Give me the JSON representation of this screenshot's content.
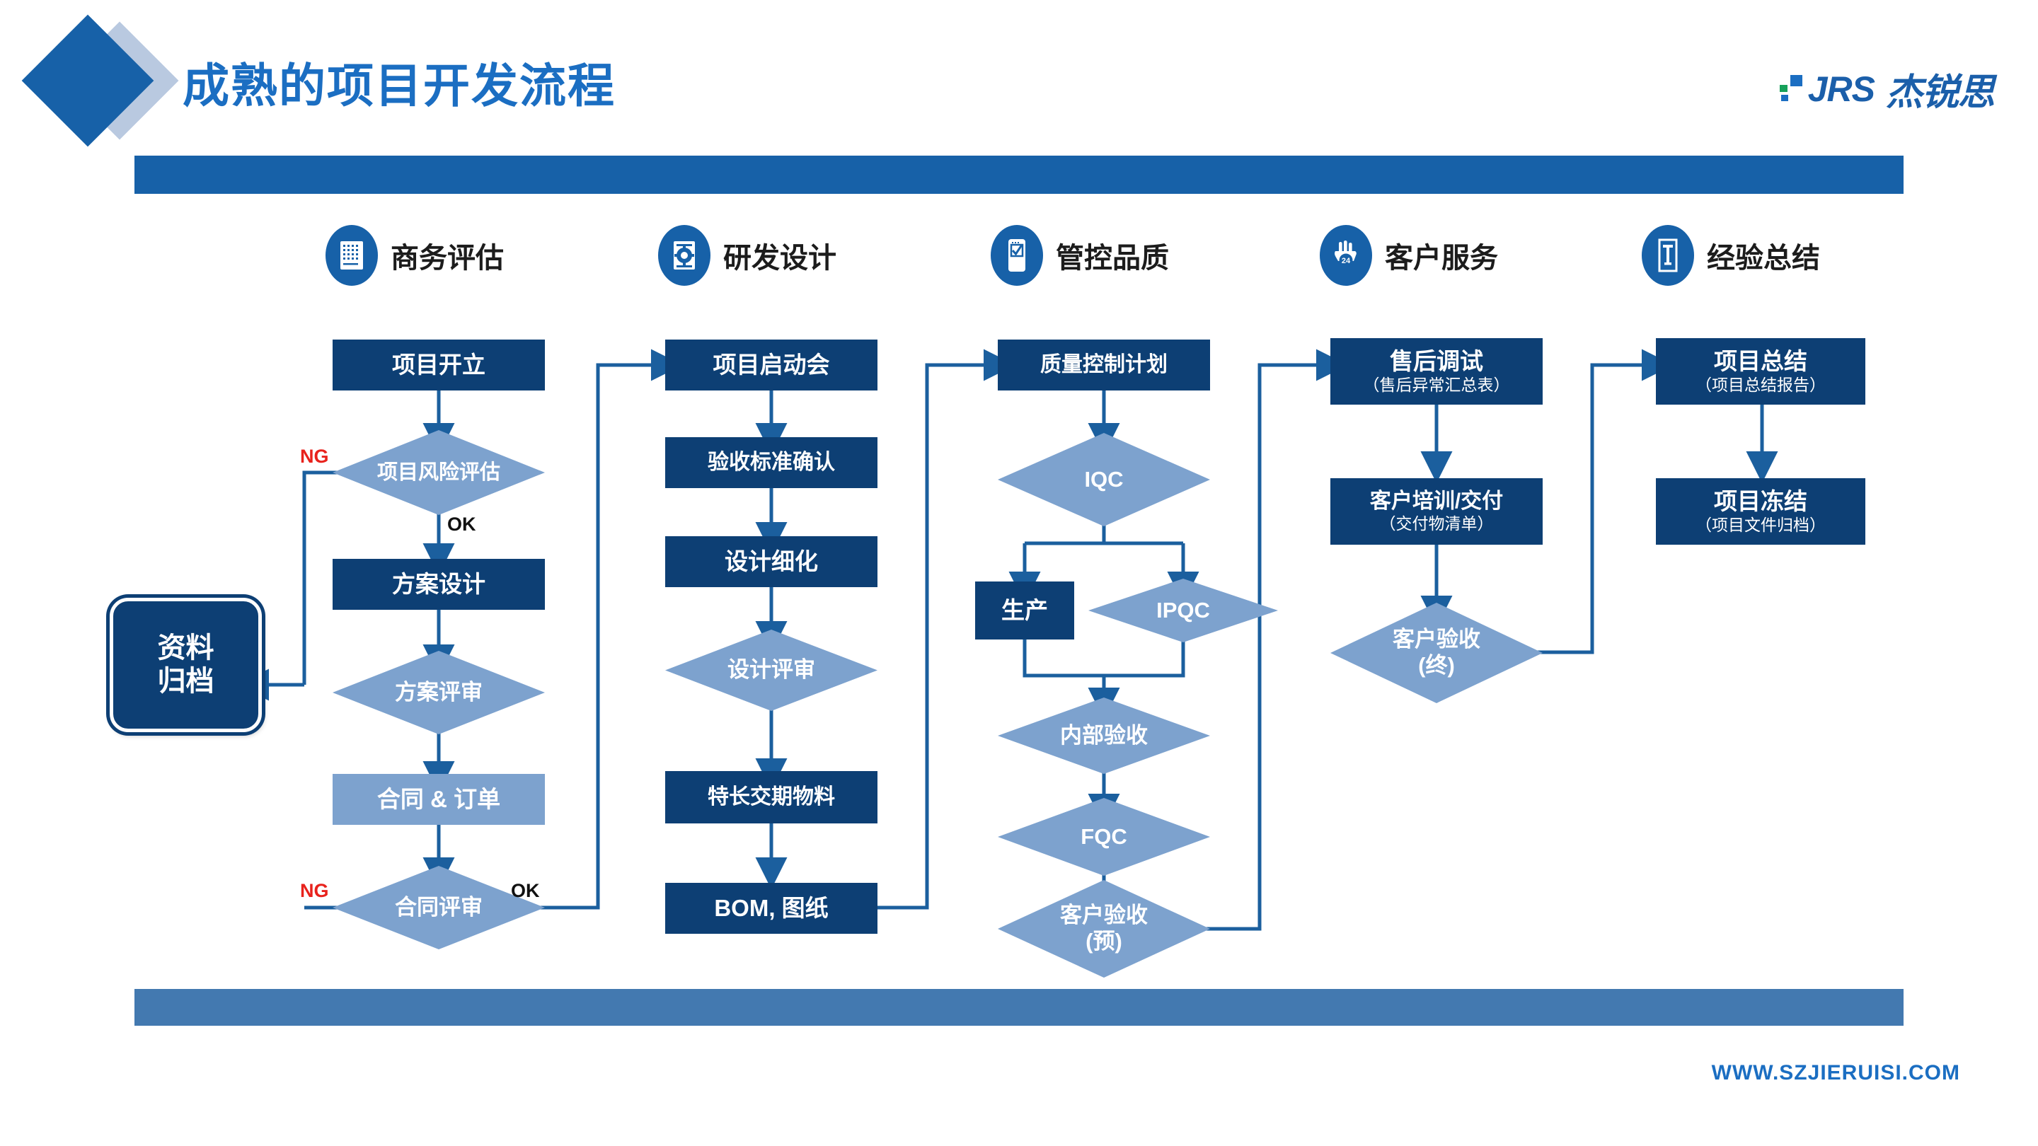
{
  "header": {
    "title": "成熟的项目开发流程",
    "logo_text": "JRS",
    "logo_cn": "杰锐思"
  },
  "footer": {
    "url": "WWW.SZJIERUISI.COM"
  },
  "columns": [
    {
      "label": "商务评估",
      "icon": "document-grid-icon"
    },
    {
      "label": "研发设计",
      "icon": "gear-document-icon"
    },
    {
      "label": "管控品质",
      "icon": "checkbox-phone-icon"
    },
    {
      "label": "客户服务",
      "icon": "24-hours-support-icon"
    },
    {
      "label": "经验总结",
      "icon": "t-document-icon"
    }
  ],
  "nodes": {
    "archive": {
      "line1": "资料",
      "line2": "归档"
    },
    "c1n1": {
      "title": "项目开立"
    },
    "c1n2": {
      "title": "项目风险评估"
    },
    "c1n3": {
      "title": "方案设计"
    },
    "c1n4": {
      "title": "方案评审"
    },
    "c1n5": {
      "title": "合同 & 订单"
    },
    "c1n6": {
      "title": "合同评审"
    },
    "c2n1": {
      "title": "项目启动会"
    },
    "c2n2": {
      "title": "验收标准确认"
    },
    "c2n3": {
      "title": "设计细化"
    },
    "c2n4": {
      "title": "设计评审"
    },
    "c2n5": {
      "title": "特长交期物料"
    },
    "c2n6": {
      "title": "BOM, 图纸"
    },
    "c3n1": {
      "title": "质量控制计划"
    },
    "c3n2": {
      "title": "IQC"
    },
    "c3n3a": {
      "title": "生产"
    },
    "c3n3b": {
      "title": "IPQC"
    },
    "c3n4": {
      "title": "内部验收"
    },
    "c3n5": {
      "title": "FQC"
    },
    "c3n6": {
      "title": "客户验收",
      "sub": "(预)"
    },
    "c4n1": {
      "title": "售后调试",
      "sub": "（售后异常汇总表）"
    },
    "c4n2": {
      "title": "客户培训/交付",
      "sub": "（交付物清单）"
    },
    "c4n3": {
      "title": "客户验收",
      "sub": "(终)"
    },
    "c5n1": {
      "title": "项目总结",
      "sub": "（项目总结报告）"
    },
    "c5n2": {
      "title": "项目冻结",
      "sub": "（项目文件归档）"
    }
  },
  "edge_labels": {
    "risk_ng": "NG",
    "risk_ok": "OK",
    "contract_ng": "NG",
    "contract_ok": "OK"
  },
  "colors": {
    "dark_blue": "#0d3f74",
    "brand_blue": "#1761a8",
    "mid_blue": "#7da2ce",
    "bar_blue": "#4379b0",
    "ng_red": "#e8221c"
  }
}
